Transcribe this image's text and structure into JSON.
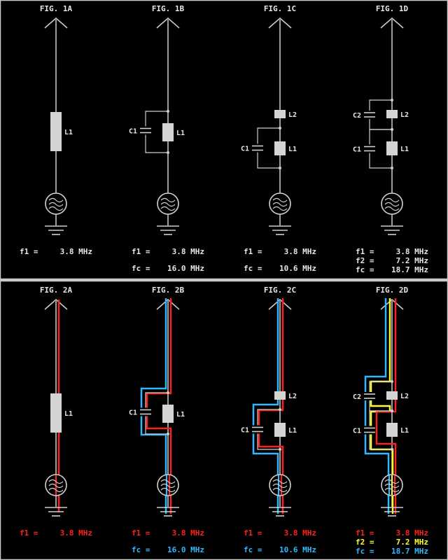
{
  "colors": {
    "background": "#000000",
    "frame": "#c8c8c8",
    "wire": "#d0d0d0",
    "component": "#d4d4d4",
    "text": "#e6e6e6",
    "f1": "#ff2020",
    "f2": "#ffff30",
    "fc": "#30b8ff"
  },
  "top_row": {
    "figures": [
      {
        "title": "FIG. 1A",
        "labels": {
          "l1": "L1"
        },
        "readouts": [
          {
            "label": "f1 =",
            "value": "3.8 MHz"
          }
        ]
      },
      {
        "title": "FIG. 1B",
        "labels": {
          "l1": "L1",
          "c1": "C1"
        },
        "readouts": [
          {
            "label": "f1 =",
            "value": "3.8 MHz"
          },
          {
            "label": "fc =",
            "value": "16.0 MHz"
          }
        ]
      },
      {
        "title": "FIG. 1C",
        "labels": {
          "l1": "L1",
          "l2": "L2",
          "c1": "C1"
        },
        "readouts": [
          {
            "label": "f1 =",
            "value": "3.8 MHz"
          },
          {
            "label": "fc =",
            "value": "10.6 MHz"
          }
        ]
      },
      {
        "title": "FIG. 1D",
        "labels": {
          "l1": "L1",
          "l2": "L2",
          "c1": "C1",
          "c2": "C2"
        },
        "readouts": [
          {
            "label": "f1 =",
            "value": "3.8 MHz"
          },
          {
            "label": "f2 =",
            "value": "7.2 MHz"
          },
          {
            "label": "fc =",
            "value": "18.7 MHz"
          }
        ]
      }
    ]
  },
  "bottom_row": {
    "figures": [
      {
        "title": "FIG. 2A",
        "labels": {
          "l1": "L1"
        },
        "readouts": [
          {
            "label": "f1 =",
            "value": "3.8 MHz",
            "color": "f1"
          }
        ]
      },
      {
        "title": "FIG. 2B",
        "labels": {
          "l1": "L1",
          "c1": "C1"
        },
        "readouts": [
          {
            "label": "f1 =",
            "value": "3.8 MHz",
            "color": "f1"
          },
          {
            "label": "fc =",
            "value": "16.0 MHz",
            "color": "fc"
          }
        ]
      },
      {
        "title": "FIG. 2C",
        "labels": {
          "l1": "L1",
          "l2": "L2",
          "c1": "C1"
        },
        "readouts": [
          {
            "label": "f1 =",
            "value": "3.8 MHz",
            "color": "f1"
          },
          {
            "label": "fc =",
            "value": "10.6 MHz",
            "color": "fc"
          }
        ]
      },
      {
        "title": "FIG. 2D",
        "labels": {
          "l1": "L1",
          "l2": "L2",
          "c1": "C1",
          "c2": "C2"
        },
        "readouts": [
          {
            "label": "f1 =",
            "value": "3.8 MHz",
            "color": "f1"
          },
          {
            "label": "f2 =",
            "value": "7.2 MHz",
            "color": "f2"
          },
          {
            "label": "fc =",
            "value": "18.7 MHz",
            "color": "fc"
          }
        ]
      }
    ]
  }
}
